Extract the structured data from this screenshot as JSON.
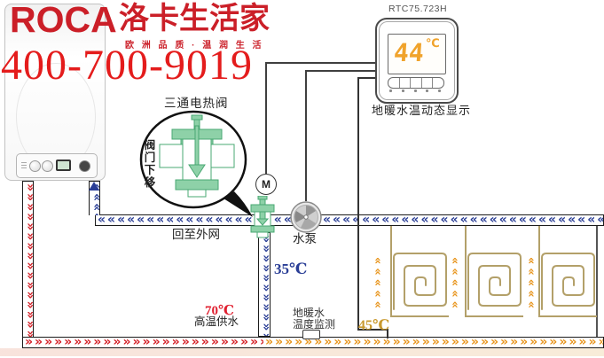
{
  "brand": {
    "logo": "ROCA",
    "name": "洛卡生活家",
    "tagline": "欧 洲 品 质 · 温 润 生 活",
    "phone": "400-700-9019",
    "color": "#cb1f28"
  },
  "thermostat": {
    "model": "RTC75.723H",
    "display_value": "44",
    "display_unit": "℃",
    "caption": "地暖水温动态显示"
  },
  "callout": {
    "title": "三通电热阀",
    "note": "阀门下移"
  },
  "motor": {
    "label": "M"
  },
  "pump": {
    "label": "水泵"
  },
  "labels": {
    "return_line": "回至外网",
    "return_temp": "35℃",
    "supply_temp": "70℃",
    "supply_name": "高温供水",
    "floor_temp": "45℃",
    "sensor_line1": "地暖水",
    "sensor_line2": "温度监测"
  },
  "colors": {
    "supply_red": "#d42027",
    "return_navy": "#2a3e96",
    "mixed_orange": "#e8951d",
    "valve_green": "#8ed1a8",
    "coil_tan": "#b3a069"
  }
}
